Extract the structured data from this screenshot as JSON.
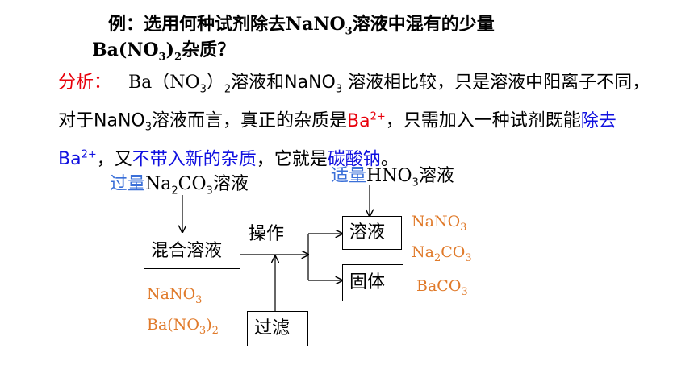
{
  "question": {
    "line1_prefix": "例：选用何种试剂除去NaNO",
    "line1_sub": "3",
    "line1_suffix": "溶液中混有的少量",
    "line2_a": "Ba(NO",
    "line2_sub1": "3",
    "line2_b": ")",
    "line2_sub2": "2",
    "line2_c": "杂质？"
  },
  "analysis": {
    "label": "分析：",
    "t1": "Ba（NO",
    "t1_sub": "3",
    "t2": "）",
    "t2_sub": "2",
    "t3": "溶液和NaNO",
    "t3_sub": "3",
    "t4": " 溶液相比较，只是溶液中阳离子不同，对于NaNO",
    "t4_sub": "3",
    "t5": "溶液而言，真正的杂质是",
    "ba": "Ba",
    "ba_sup": "2+",
    "t6": "，只需加入一种试剂既能",
    "remove": "除去Ba",
    "remove_sup": "2+",
    "t7": "，又",
    "no_new": "不带入新的杂质",
    "t8": "，它就是",
    "reagent": "碳酸钠",
    "t9": "。"
  },
  "diagram": {
    "excess_label": "过量",
    "excess_reagent_a": "Na",
    "excess_reagent_sub1": "2",
    "excess_reagent_b": "CO",
    "excess_reagent_sub2": "3",
    "excess_reagent_c": "溶液",
    "proper_label": "适量",
    "proper_reagent_a": "HNO",
    "proper_reagent_sub": "3",
    "proper_reagent_b": "溶液",
    "mix_box": "混合溶液",
    "operation": "操作",
    "filter_box": "过滤",
    "solution_box": "溶液",
    "solid_box": "固体",
    "mix_ion1_a": "NaNO",
    "mix_ion1_sub": "3",
    "mix_ion2_a": "Ba(NO",
    "mix_ion2_sub1": "3",
    "mix_ion2_b": ")",
    "mix_ion2_sub2": "2",
    "sol_ion1_a": "NaNO",
    "sol_ion1_sub": "3",
    "sol_ion2_a": "Na",
    "sol_ion2_sub1": "2",
    "sol_ion2_b": "CO",
    "sol_ion2_sub2": "3",
    "solid_ion_a": "BaCO",
    "solid_ion_sub": "3"
  },
  "colors": {
    "red": "#e8000b",
    "blue": "#1010e0",
    "light_blue": "#3a6fd8",
    "orange": "#e07a2a"
  }
}
